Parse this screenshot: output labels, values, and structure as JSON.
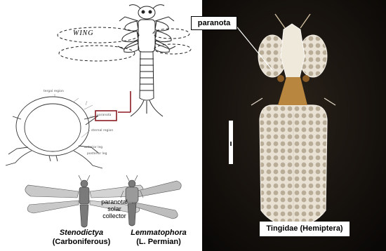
{
  "top_sketch": {
    "wing_label": "WING"
  },
  "cross_section": {
    "highlight_color": "#8b1c24",
    "tiny_labels": [
      "tergal region",
      "paranota",
      "sternal region",
      "anterior leg",
      "posterior leg"
    ]
  },
  "fossils": {
    "left": {
      "genus": "Stenodictya",
      "period": "(Carboniferous)"
    },
    "right": {
      "genus": "Lemmatophora",
      "period": "(L. Permian)"
    },
    "annotation": "paranotal\nsolar\ncollector"
  },
  "photo": {
    "pointer_label": "paranota",
    "caption": "Tingidae (Hemiptera)"
  }
}
